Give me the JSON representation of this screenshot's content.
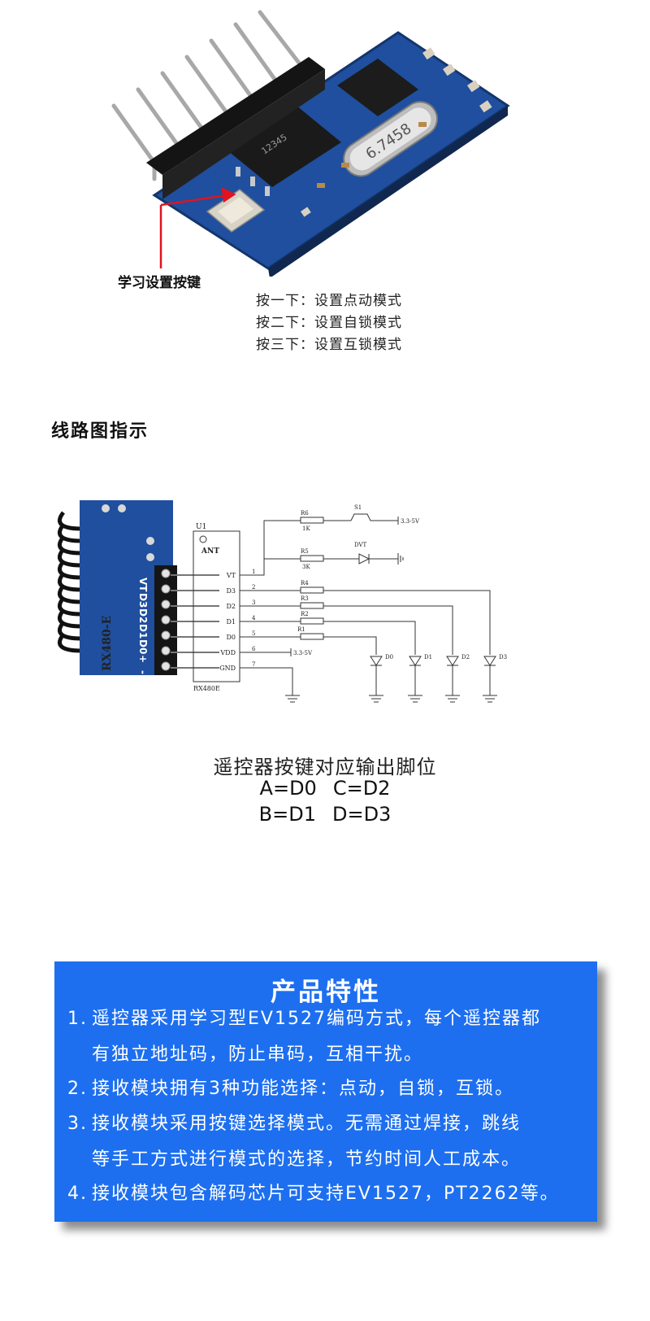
{
  "photo": {
    "crystal_text": "6.7458",
    "callout_label": "学习设置按键",
    "modes": [
      "按一下：设置点动模式",
      "按二下：设置自锁模式",
      "按三下：设置互锁模式"
    ]
  },
  "circuit": {
    "title": "线路图指示",
    "module_label": "RX480-E",
    "module_pins": [
      "VT",
      "D3",
      "D2",
      "D1",
      "D0",
      "+",
      "-"
    ],
    "chip_ref": "U1",
    "chip_ant": "ANT",
    "chip_name": "RX480E",
    "chip_pins": [
      "VT",
      "D3",
      "D2",
      "D1",
      "D0",
      "VDD",
      "GND"
    ],
    "pin_numbers": [
      "1",
      "2",
      "3",
      "4",
      "5",
      "6",
      "7"
    ],
    "resistors": [
      {
        "ref": "R6",
        "value": "1K"
      },
      {
        "ref": "R5",
        "value": "3K"
      },
      {
        "ref": "R4",
        "value": ""
      },
      {
        "ref": "R3",
        "value": ""
      },
      {
        "ref": "R2",
        "value": ""
      },
      {
        "ref": "R1",
        "value": ""
      }
    ],
    "switch_ref": "S1",
    "vt_led": "DVT",
    "supply_a": "3.3-5V",
    "supply_b": "3.3-5V",
    "leds": [
      "D0",
      "D1",
      "D2",
      "D3"
    ]
  },
  "mapping": {
    "title": "遥控器按键对应输出脚位",
    "row1": [
      "A=D0",
      "C=D2"
    ],
    "row2": [
      "B=D1",
      "D=D3"
    ]
  },
  "features": {
    "title": "产品特性",
    "items": [
      {
        "num": "1.",
        "line1": "遥控器采用学习型EV1527编码方式，每个遥控器都",
        "line2": "有独立地址码，防止串码，互相干扰。"
      },
      {
        "num": "2.",
        "line1": "接收模块拥有3种功能选择：点动，自锁，互锁。",
        "line2": ""
      },
      {
        "num": "3.",
        "line1": "接收模块采用按键选择模式。无需通过焊接，跳线",
        "line2": "等手工方式进行模式的选择，节约时间人工成本。"
      },
      {
        "num": "4.",
        "line1": "接收模块包含解码芯片可支持EV1527，PT2262等。",
        "line2": ""
      }
    ]
  },
  "colors": {
    "feature_bg": "#1d6ff0",
    "pcb_blue": "#1f4f9e",
    "arrow_red": "#e0141e"
  }
}
